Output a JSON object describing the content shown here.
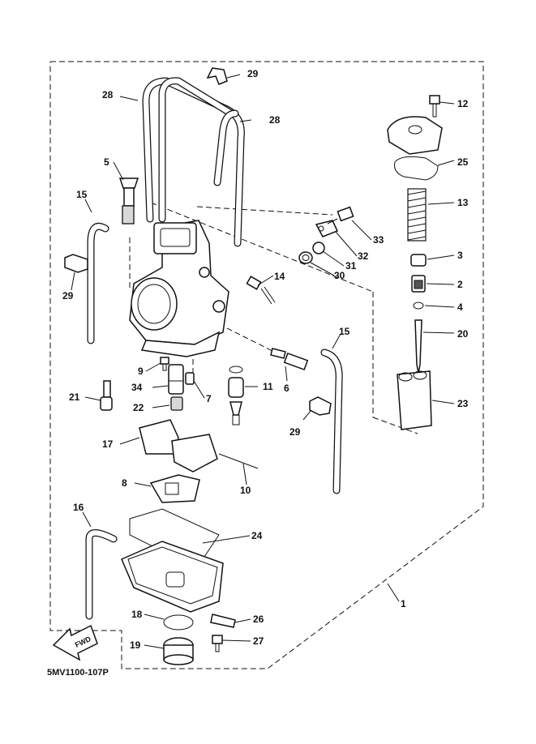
{
  "diagram": {
    "document_code": "5MV1100-107P",
    "fwd_label": "FWD",
    "parts": [
      {
        "id": "p1",
        "label": "1"
      },
      {
        "id": "p2",
        "label": "2"
      },
      {
        "id": "p3",
        "label": "3"
      },
      {
        "id": "p4",
        "label": "4"
      },
      {
        "id": "p5",
        "label": "5"
      },
      {
        "id": "p6",
        "label": "6"
      },
      {
        "id": "p7",
        "label": "7"
      },
      {
        "id": "p8",
        "label": "8"
      },
      {
        "id": "p9",
        "label": "9"
      },
      {
        "id": "p10",
        "label": "10"
      },
      {
        "id": "p11",
        "label": "11"
      },
      {
        "id": "p12",
        "label": "12"
      },
      {
        "id": "p13",
        "label": "13"
      },
      {
        "id": "p14",
        "label": "14"
      },
      {
        "id": "p15a",
        "label": "15"
      },
      {
        "id": "p15b",
        "label": "15"
      },
      {
        "id": "p16",
        "label": "16"
      },
      {
        "id": "p17",
        "label": "17"
      },
      {
        "id": "p18",
        "label": "18"
      },
      {
        "id": "p19",
        "label": "19"
      },
      {
        "id": "p20",
        "label": "20"
      },
      {
        "id": "p21",
        "label": "21"
      },
      {
        "id": "p22",
        "label": "22"
      },
      {
        "id": "p23",
        "label": "23"
      },
      {
        "id": "p24",
        "label": "24"
      },
      {
        "id": "p25",
        "label": "25"
      },
      {
        "id": "p26",
        "label": "26"
      },
      {
        "id": "p27",
        "label": "27"
      },
      {
        "id": "p28a",
        "label": "28"
      },
      {
        "id": "p28b",
        "label": "28"
      },
      {
        "id": "p29a",
        "label": "29"
      },
      {
        "id": "p29b",
        "label": "29"
      },
      {
        "id": "p29c",
        "label": "29"
      },
      {
        "id": "p30",
        "label": "30"
      },
      {
        "id": "p31",
        "label": "31"
      },
      {
        "id": "p32",
        "label": "32"
      },
      {
        "id": "p33",
        "label": "33"
      },
      {
        "id": "p34",
        "label": "34"
      }
    ]
  }
}
